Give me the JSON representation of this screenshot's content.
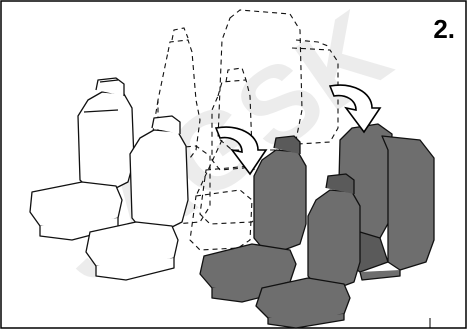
{
  "diagram": {
    "step_label": "2.",
    "watermark_text": "JAGSK"
  },
  "seats": {
    "outline_color": "#111111",
    "light_fill": "#ffffff",
    "dark_fill": "#6e6e6e"
  },
  "arrows": [
    {
      "name": "fold-arrow-right",
      "color": "#000000"
    },
    {
      "name": "fold-arrow-left",
      "color": "#000000"
    }
  ]
}
